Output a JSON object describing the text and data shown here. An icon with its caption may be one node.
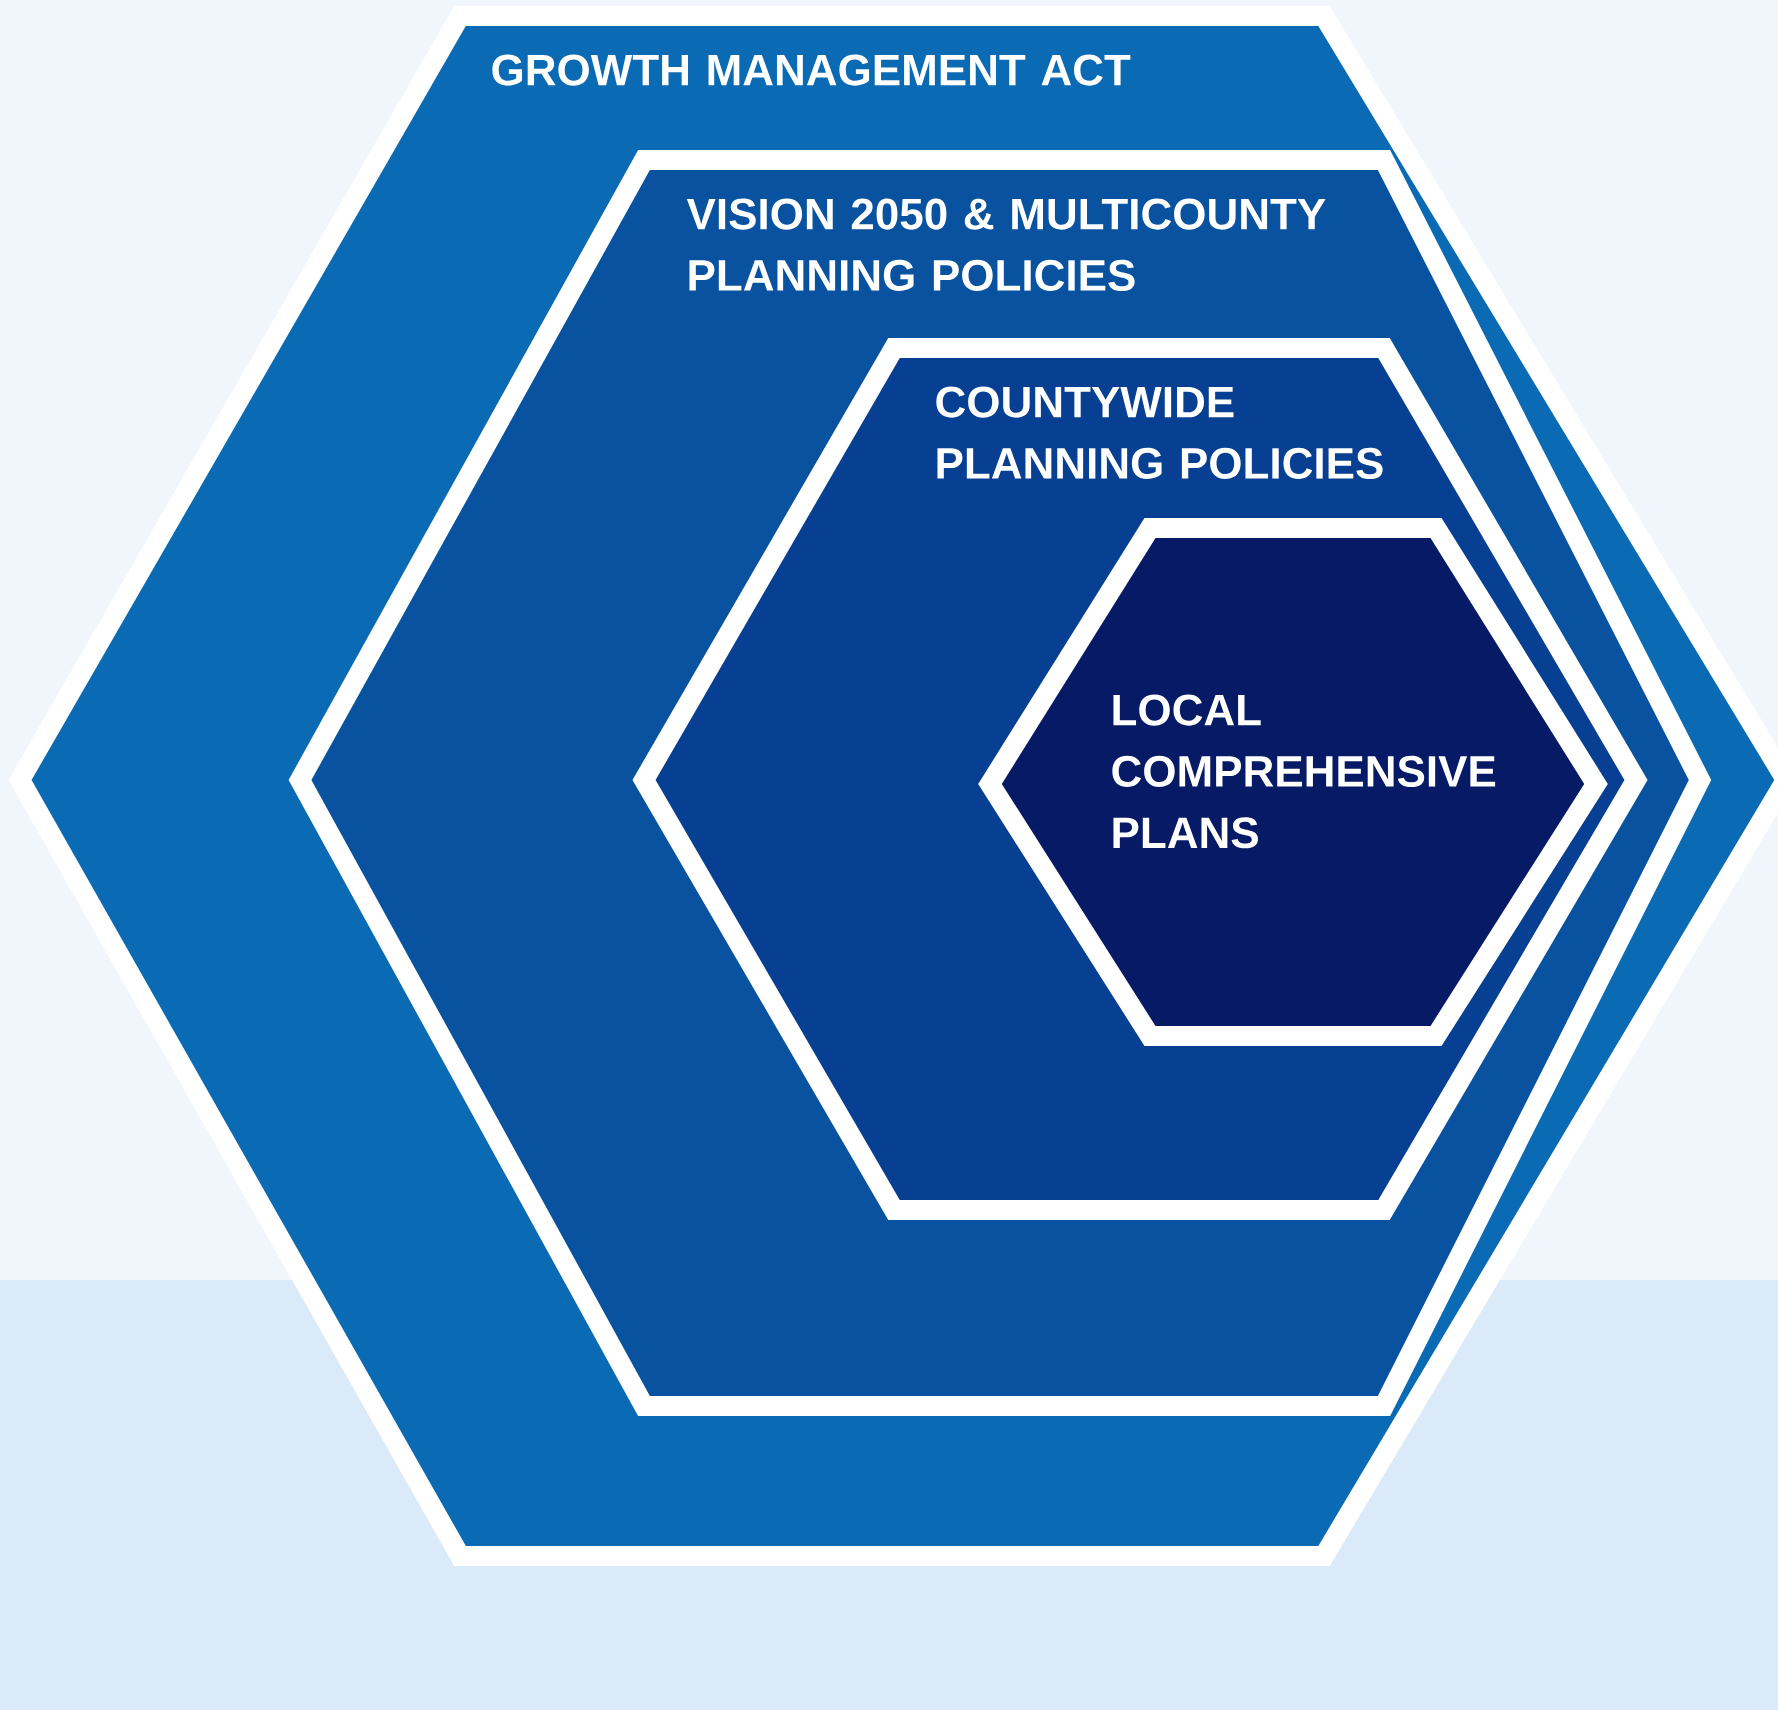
{
  "diagram": {
    "nodes": [
      {
        "text": [
          "GROWTH MANAGEMENT ACT"
        ]
      },
      {
        "text": [
          "VISION 2050 & MULTICOUNTY PLANNING POLICIES"
        ],
        "in": 0
      },
      {
        "text": [
          "COUNTYWIDE PLANNING POLICIES"
        ],
        "in": 1
      },
      {
        "text": [
          "LOCAL COMPREHENSIVE PLANS"
        ],
        "in": 2
      }
    ]
  }
}
